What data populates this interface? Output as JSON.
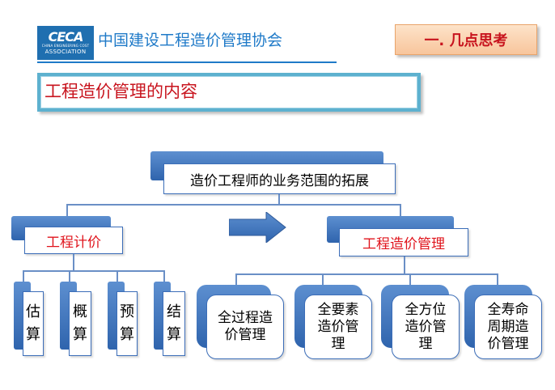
{
  "header": {
    "logo": {
      "mark": "CECA",
      "small_text": "CHINA ENGINEERING COST",
      "big_text": "ASSOCIATION"
    },
    "org_name": "中国建设工程造价管理协会",
    "section_badge": "一. 几点思考"
  },
  "section_title": "工程造价管理的内容",
  "diagram": {
    "root": "造价工程师的业务范围的拓展",
    "arrow_icon": "right-arrow-icon",
    "left_branch": {
      "label": "工程计价",
      "items": [
        {
          "chars": [
            "估",
            "算"
          ]
        },
        {
          "chars": [
            "概",
            "算"
          ]
        },
        {
          "chars": [
            "预",
            "算"
          ]
        },
        {
          "chars": [
            "结",
            "算"
          ]
        }
      ]
    },
    "right_branch": {
      "label": "工程造价管理",
      "items": [
        {
          "lines": [
            "全过程造",
            "价管理"
          ]
        },
        {
          "lines": [
            "全要素",
            "造价管",
            "理"
          ]
        },
        {
          "lines": [
            "全方位",
            "造价管",
            "理"
          ]
        },
        {
          "lines": [
            "全寿命",
            "周期造",
            "价管理"
          ]
        }
      ]
    }
  },
  "colors": {
    "accent_blue": "#2f64ad",
    "title_red": "#c8141e",
    "badge_fill": "#f8c59c",
    "frame_cyan": "#5db1cf"
  }
}
